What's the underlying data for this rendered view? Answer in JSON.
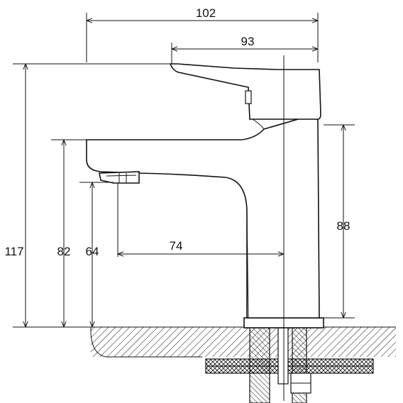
{
  "dimensions": {
    "overall_width": "102",
    "handle_reach": "93",
    "spout_reach": "74",
    "overall_height": "117",
    "spout_top_height": "82",
    "spout_outlet_height": "64",
    "body_height": "88"
  }
}
